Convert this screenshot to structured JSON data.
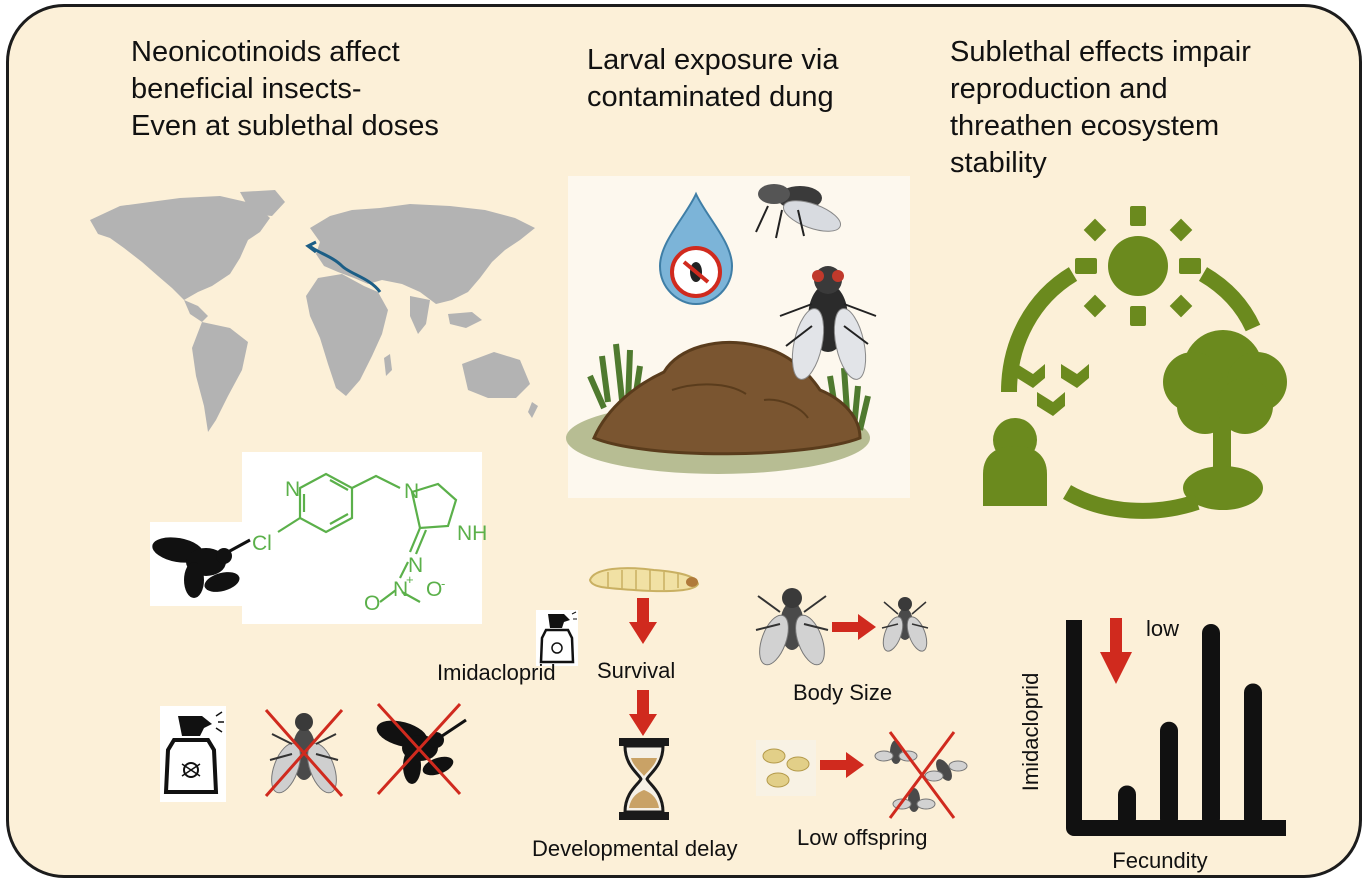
{
  "headlines": {
    "left": "Neonicotinoids affect\nbeneficial insects-\nEven at sublethal doses",
    "middle": "Larval exposure via\ncontaminated dung",
    "right": "Sublethal effects impair\nreproduction and\nthreathen ecosystem\nstability"
  },
  "molecule": {
    "atom_n1": "N",
    "atom_n2": "N",
    "atom_nh": "NH",
    "atom_cl": "Cl",
    "atom_n3": "N",
    "atom_n4": "N",
    "charge_plus": "+",
    "atom_o1": "O",
    "atom_o2": "O",
    "charge_minus": "-"
  },
  "labels": {
    "imidacloprid": "Imidacloprid",
    "survival": "Survival",
    "body_size": "Body Size",
    "developmental_delay": "Developmental delay",
    "low_offspring": "Low offspring"
  },
  "chart_data": {
    "type": "bar",
    "categories": [
      "",
      "",
      "",
      ""
    ],
    "values": [
      1.0,
      2.5,
      4.8,
      3.4
    ],
    "title": "",
    "xlabel": "Fecundity",
    "ylabel": "Imidacloprid",
    "annotation": "low",
    "bar_color": "#111111",
    "arrow_color": "#d02a1e"
  },
  "colors": {
    "panel_bg": "#fcf0d8",
    "map_gray": "#b3b3b3",
    "ecosystem_green": "#6b8a1e",
    "chem_green": "#5bb04a",
    "arrow_red": "#d02a1e",
    "dung_brown": "#7a5530"
  }
}
